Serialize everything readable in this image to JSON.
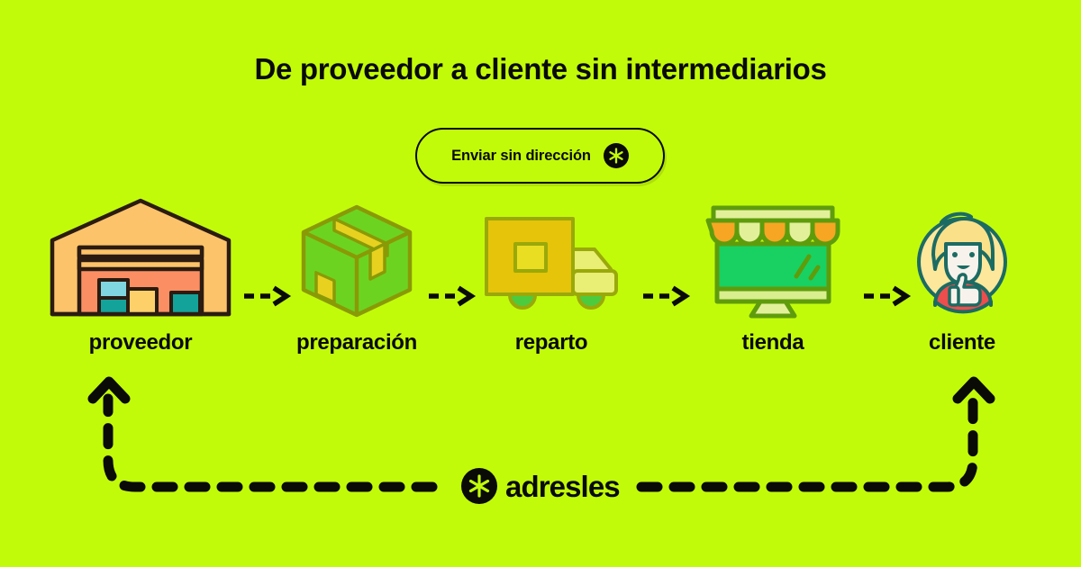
{
  "page": {
    "background_color": "#c2fb0a",
    "ink_color": "#0a0a06",
    "title": "De proveedor a cliente sin intermediarios"
  },
  "cta": {
    "label": "Enviar sin dirección",
    "icon": "asterisk-badge-icon"
  },
  "flow": {
    "steps": [
      {
        "id": "proveedor",
        "label": "proveedor",
        "icon": "warehouse-icon"
      },
      {
        "id": "preparacion",
        "label": "preparación",
        "icon": "package-box-icon"
      },
      {
        "id": "reparto",
        "label": "reparto",
        "icon": "delivery-truck-icon"
      },
      {
        "id": "tienda",
        "label": "tienda",
        "icon": "storefront-screen-icon"
      },
      {
        "id": "cliente",
        "label": "cliente",
        "icon": "customer-avatar-icon"
      }
    ],
    "connector": "dashed-arrow-right",
    "connector_count": 4
  },
  "return_path": {
    "description": "dashed-loop-back-arrow",
    "left_arrow": "arrow-up",
    "right_arrow": "arrow-up"
  },
  "brand": {
    "name": "adresles",
    "icon": "asterisk-badge-icon"
  },
  "colors": {
    "background": "#c2fb0a",
    "ink": "#0a0a06",
    "warehouse_wall": "#fdc36a",
    "warehouse_interior": "#fb8f63",
    "warehouse_outline": "#2b1b10",
    "box_blue": "#7fd6e0",
    "box_teal": "#14a39a",
    "box_yellow": "#fdd06a",
    "package_green": "#6cd420",
    "package_tape": "#e8d21f",
    "package_outline": "#8a9a07",
    "truck_body": "#e5c409",
    "truck_cab": "#e9ee74",
    "truck_wheel": "#4ccb3e",
    "store_screen": "#18d162",
    "store_outline": "#5f9c0c",
    "awning_orange": "#f7a623",
    "awning_cream": "#e3f09a",
    "avatar_bg": "#fde79a",
    "avatar_hair": "#fbe08a",
    "avatar_skin": "#f7f3ec",
    "avatar_shirt": "#ee4d4d",
    "avatar_ring": "#1c6b63"
  }
}
